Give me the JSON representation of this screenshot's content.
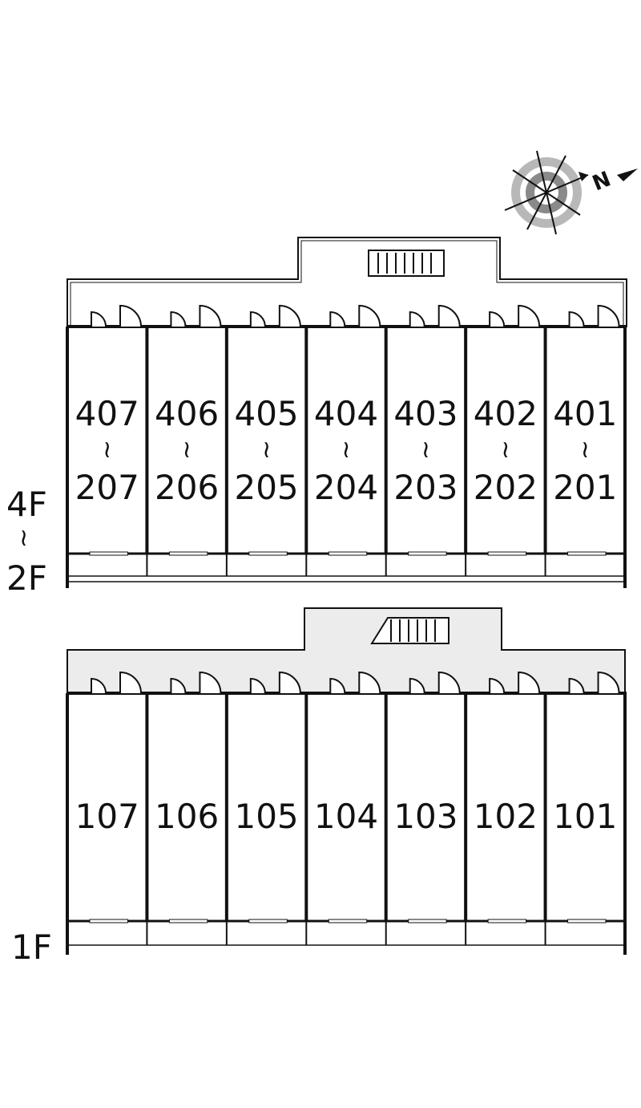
{
  "compass": {
    "north_label": "N"
  },
  "upper_block": {
    "floor_top": "4F",
    "floor_range_symbol": "≀",
    "floor_bottom": "2F",
    "units": [
      {
        "top": "407",
        "range_symbol": "≀",
        "bottom": "207"
      },
      {
        "top": "406",
        "range_symbol": "≀",
        "bottom": "206"
      },
      {
        "top": "405",
        "range_symbol": "≀",
        "bottom": "205"
      },
      {
        "top": "404",
        "range_symbol": "≀",
        "bottom": "204"
      },
      {
        "top": "403",
        "range_symbol": "≀",
        "bottom": "203"
      },
      {
        "top": "402",
        "range_symbol": "≀",
        "bottom": "202"
      },
      {
        "top": "401",
        "range_symbol": "≀",
        "bottom": "201"
      }
    ]
  },
  "lower_block": {
    "floor": "1F",
    "units": [
      "107",
      "106",
      "105",
      "104",
      "103",
      "102",
      "101"
    ]
  }
}
